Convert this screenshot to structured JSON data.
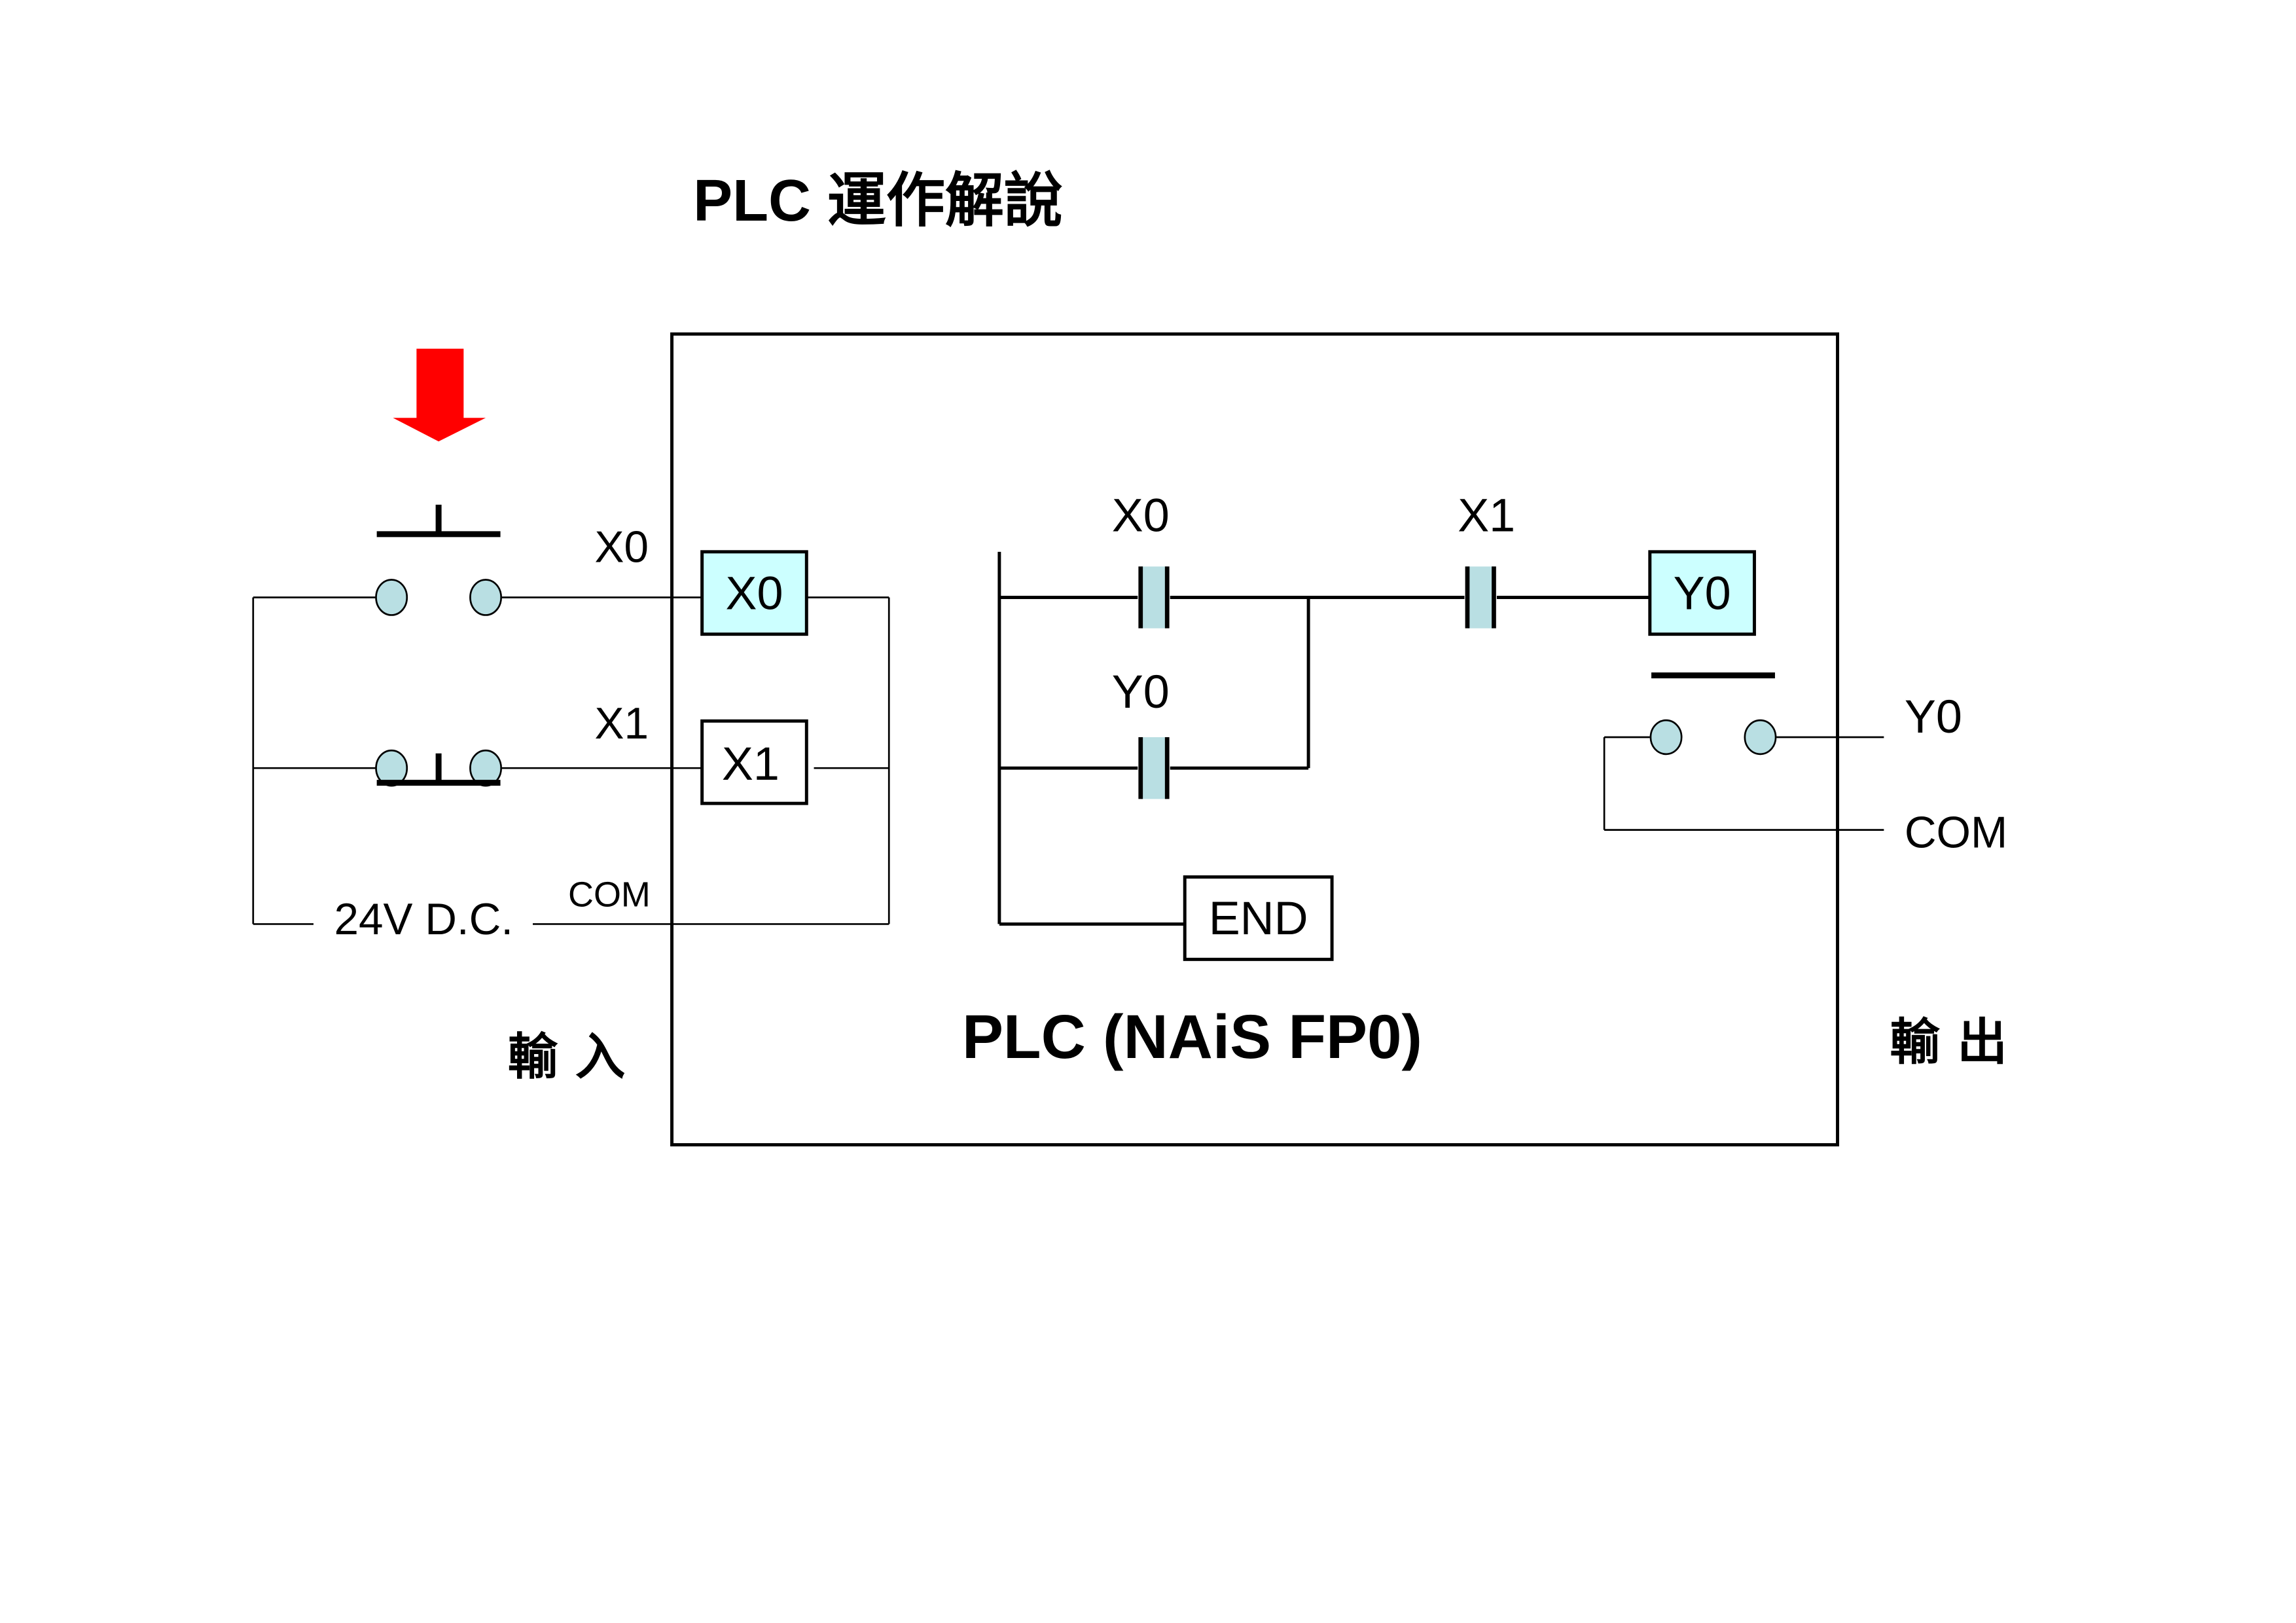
{
  "title": "PLC 運作解說",
  "plc_label": "PLC (NAiS FP0)",
  "input_label": "輸 入",
  "output_label": "輸 出",
  "colors": {
    "arrow": "#ff0000",
    "terminal_fill": "#b9dfe3",
    "contact_fill": "#b9dfe3",
    "active_box_fill": "#ccffff",
    "line": "#000000"
  },
  "input_side": {
    "pushbutton_x0": {
      "label": "X0",
      "type": "normally-open",
      "pressed_indicator": "down-arrow-icon"
    },
    "pushbutton_x1": {
      "label": "X1",
      "type": "normally-closed"
    },
    "supply_label": "24V D.C.",
    "com_label": "COM",
    "input_terminals": [
      {
        "label": "X0",
        "active": true
      },
      {
        "label": "X1",
        "active": false
      }
    ]
  },
  "ladder": {
    "rung1": {
      "contact_a": {
        "label": "X0",
        "type": "NO"
      },
      "contact_b": {
        "label": "X1",
        "type": "NO"
      },
      "coil": {
        "label": "Y0",
        "active": true
      }
    },
    "rung1_branch": {
      "contact": {
        "label": "Y0",
        "type": "NO"
      }
    },
    "end": {
      "label": "END"
    }
  },
  "output_side": {
    "relay_label": "Y0",
    "com_label": "COM"
  }
}
